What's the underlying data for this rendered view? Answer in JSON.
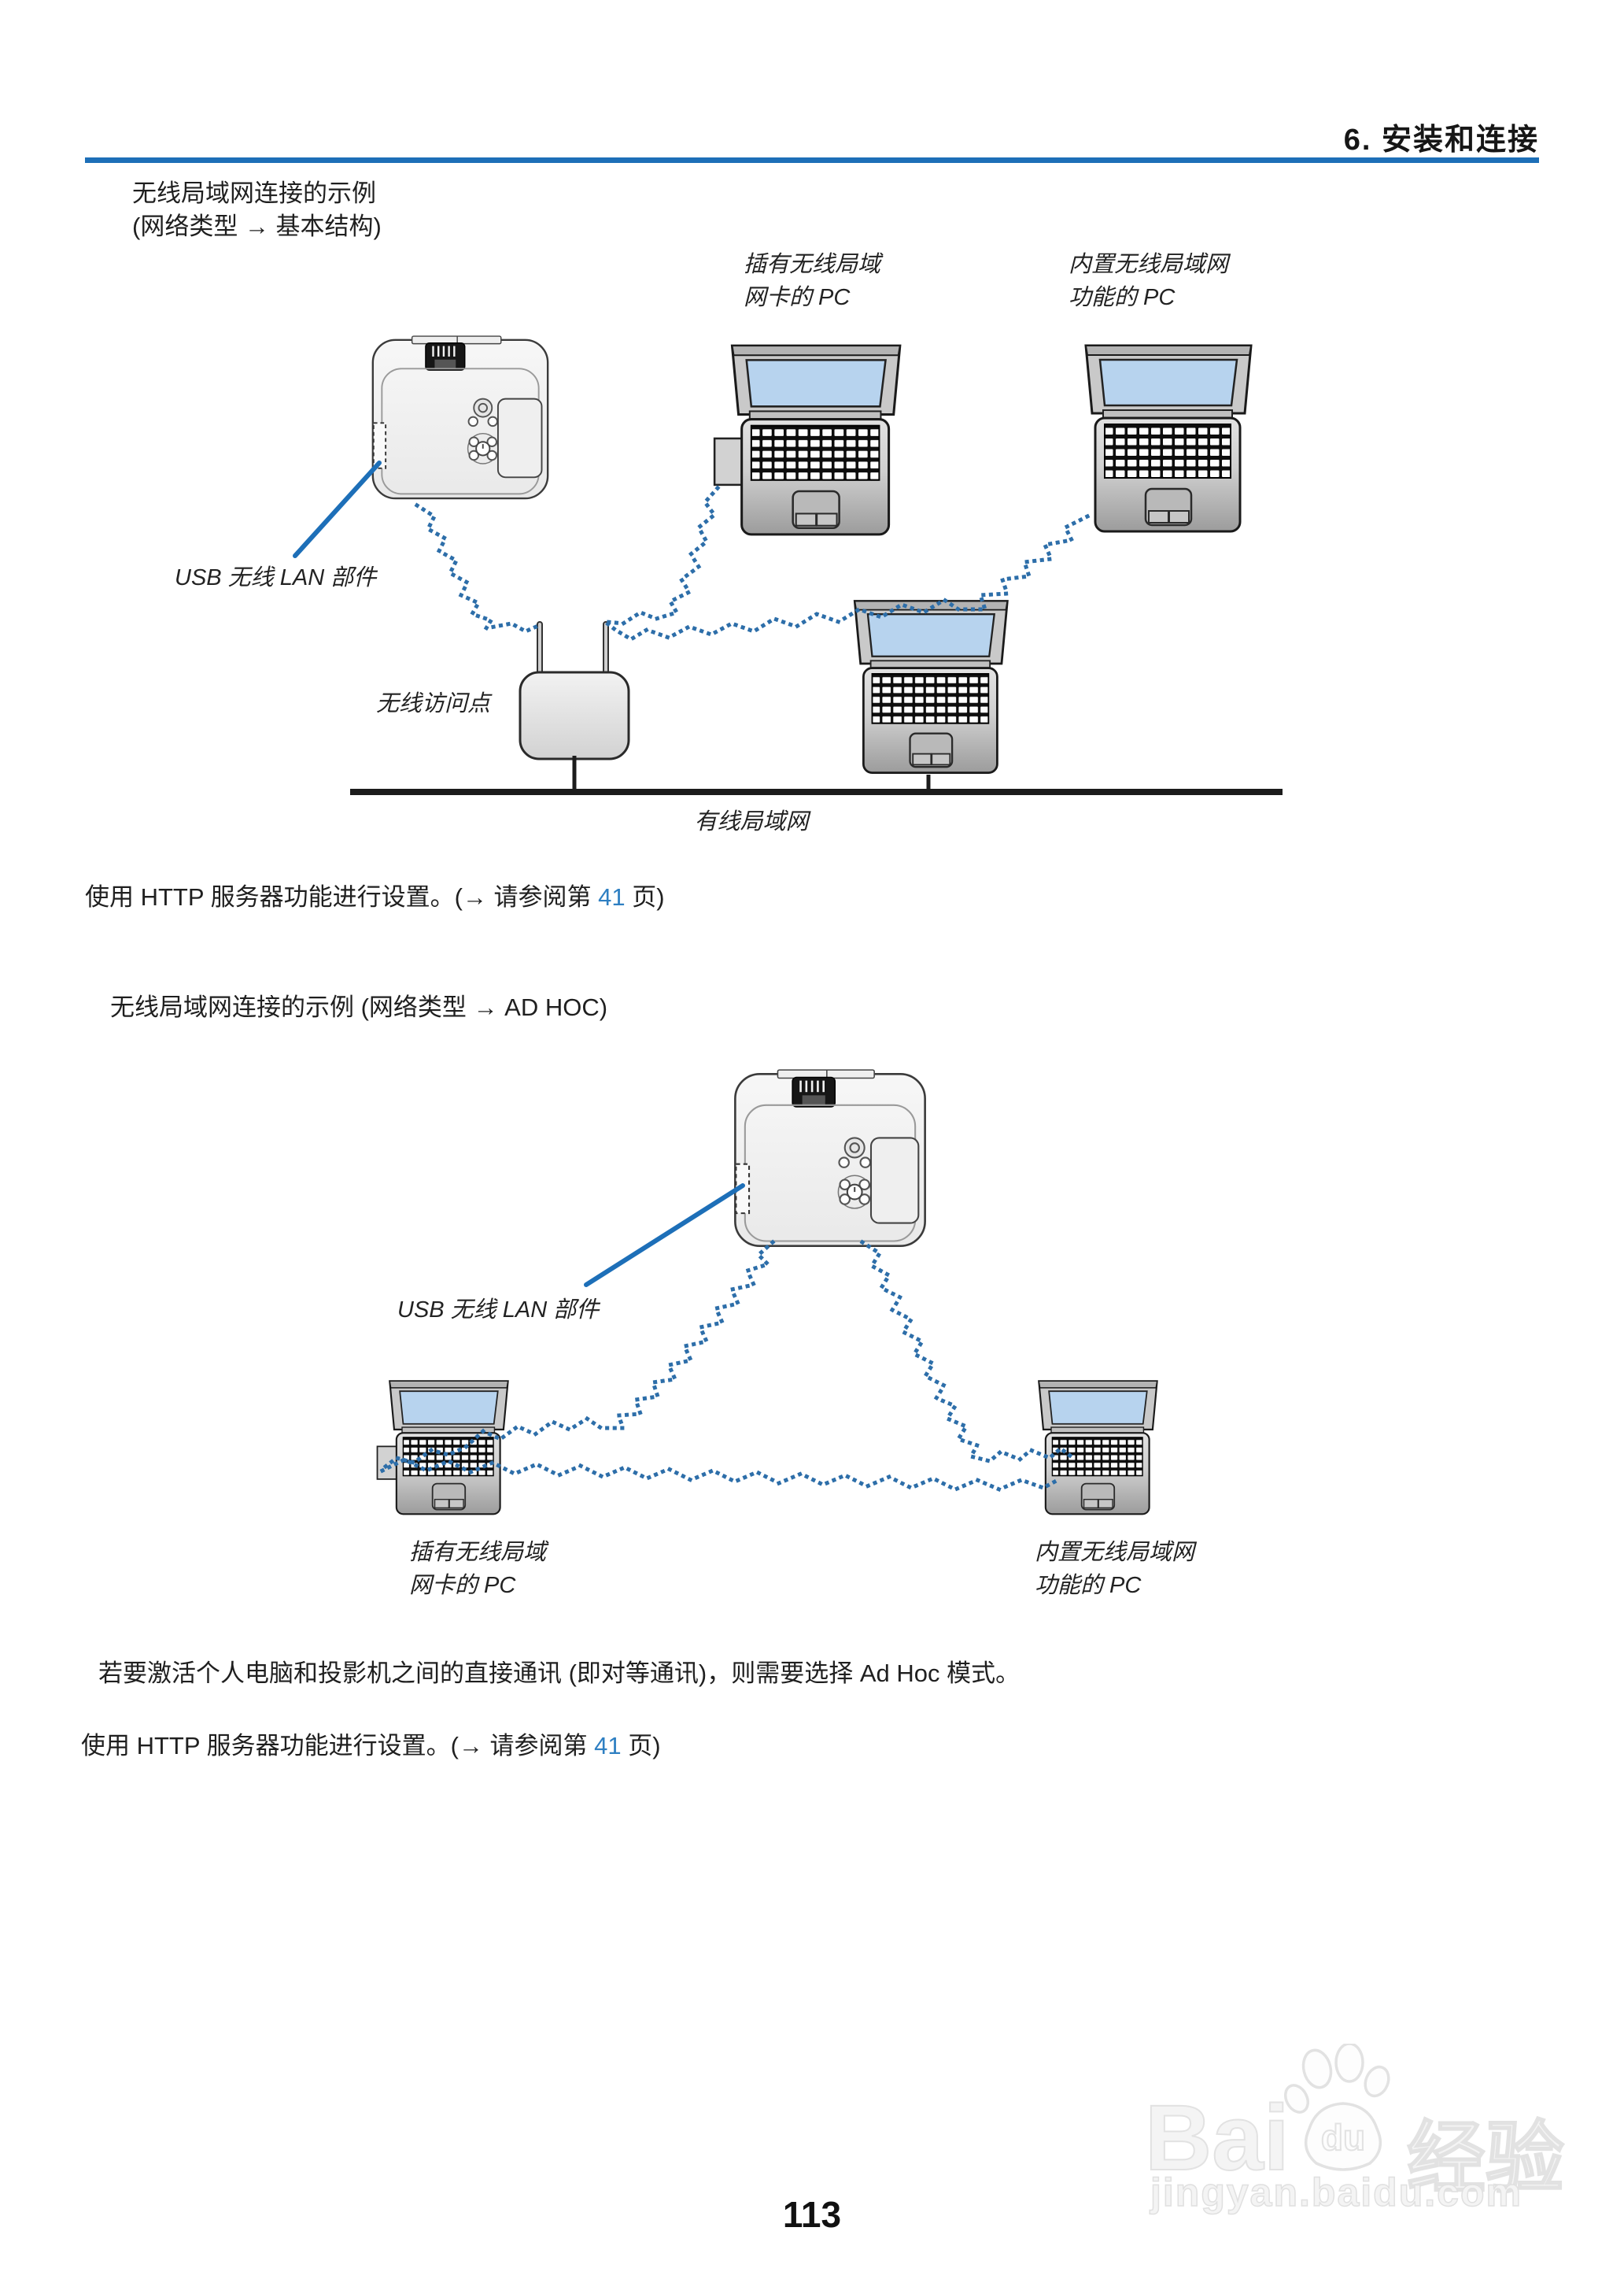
{
  "header": {
    "chapter_title": "6. 安装和连接"
  },
  "section1": {
    "title_line1": "无线局域网连接的示例",
    "title_line2": "(网络类型 → 基本结构)"
  },
  "diagram1": {
    "pc_card_label_line1": "插有无线局域",
    "pc_card_label_line2": "网卡的 PC",
    "pc_builtin_label_line1": "内置无线局域网",
    "pc_builtin_label_line2": "功能的 PC",
    "usb_unit_label": "USB 无线 LAN 部件",
    "access_point_label": "无线访问点",
    "wired_lan_label": "有线局域网"
  },
  "http_note1": {
    "prefix": "使用 HTTP 服务器功能进行设置。(→ 请参阅第 ",
    "page_ref": "41",
    "suffix": " 页)"
  },
  "section2": {
    "title": "无线局域网连接的示例 (网络类型 → AD HOC)"
  },
  "diagram2": {
    "usb_unit_label": "USB 无线 LAN 部件",
    "pc_card_label_line1": "插有无线局域",
    "pc_card_label_line2": "网卡的 PC",
    "pc_builtin_label_line1": "内置无线局域网",
    "pc_builtin_label_line2": "功能的 PC"
  },
  "adhoc_note": "若要激活个人电脑和投影机之间的直接通讯 (即对等通讯)，则需要选择 Ad Hoc 模式。",
  "http_note2": {
    "prefix": "使用 HTTP 服务器功能进行设置。(→ 请参阅第 ",
    "page_ref": "41",
    "suffix": " 页)"
  },
  "footer": {
    "page_number": "113"
  },
  "watermark": {
    "logo_bai": "Bai",
    "logo_du": "du",
    "logo_cn": "经验",
    "url": "jingyan.baidu.com"
  },
  "colors": {
    "accent": "#1d6fb8",
    "dots": "#2d6ea9",
    "link": "#2e7fc2"
  }
}
